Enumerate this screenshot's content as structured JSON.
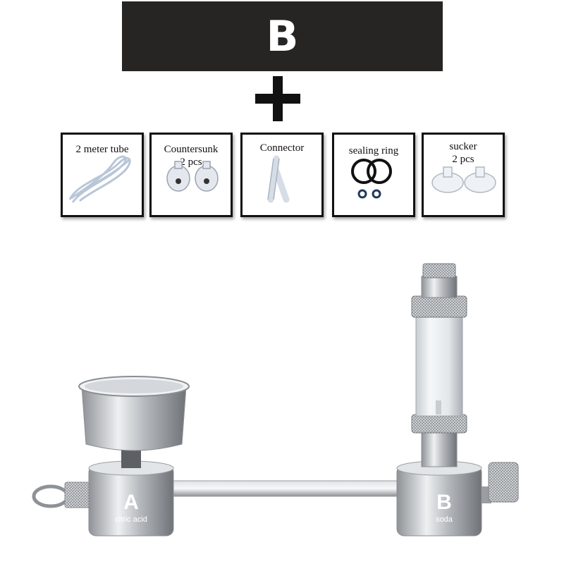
{
  "banner": {
    "text": "B"
  },
  "accessories": [
    {
      "name": "2 meter tube",
      "qty": ""
    },
    {
      "name": "Countersunk",
      "qty": "2 pcs"
    },
    {
      "name": "Connector",
      "qty": ""
    },
    {
      "name": "sealing ring",
      "qty": ""
    },
    {
      "name": "sucker",
      "qty": "2 pcs"
    }
  ],
  "device": {
    "left_letter": "A",
    "left_label": "citric acid",
    "right_letter": "B",
    "right_label": "soda"
  },
  "colors": {
    "banner_bg": "#262523",
    "steel": "#b8bcc0"
  }
}
